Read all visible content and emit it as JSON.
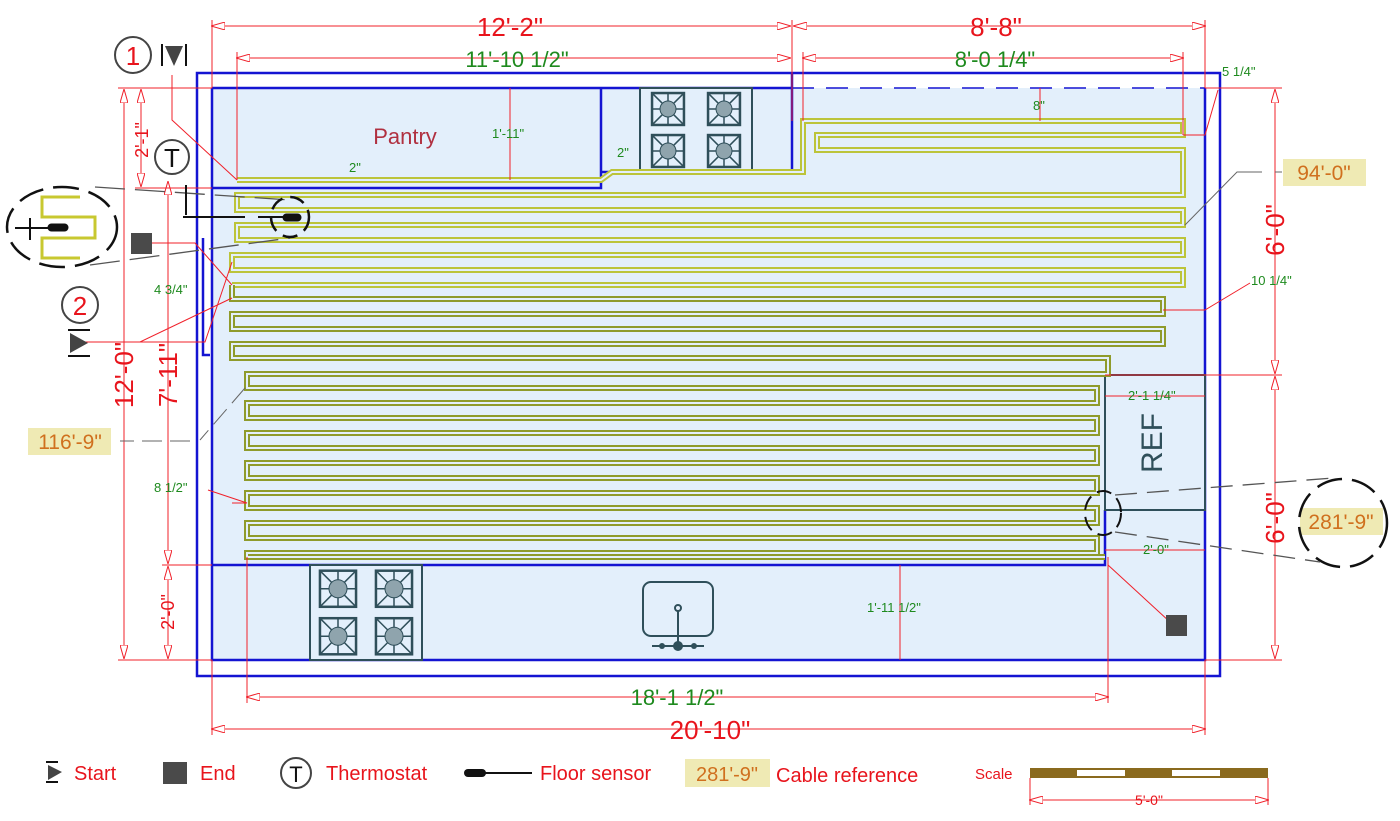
{
  "dimensions": {
    "top_left_overall": "12'-2\"",
    "top_right_overall": "8'-8\"",
    "top_left_cable": "11'-10 1/2\"",
    "top_right_cable": "8'-0 1/4\"",
    "pantry_depth": "1'-11\"",
    "pantry_gap": "2\"",
    "stove_gap": "2\"",
    "top_gap": "8\"",
    "right_gap_top": "5 1/4\"",
    "right_height_top": "6'-0\"",
    "right_gap_mid": "10 1/4\"",
    "ref_width": "2'-1 1/4\"",
    "right_height_bottom": "6'-0\"",
    "ref_gap": "2'-0\"",
    "counter_depth": "1'-11 1/2\"",
    "bottom_cable": "18'-1 1/2\"",
    "bottom_overall": "20'-10\"",
    "left_top": "2'-1\"",
    "left_gap": "4 3/4\"",
    "left_overall": "12'-0\"",
    "left_cable": "7'-11\"",
    "left_gap_low": "8 1/2\"",
    "left_bottom": "2'-0\""
  },
  "rooms": {
    "pantry": "Pantry",
    "ref": "REF"
  },
  "markers": {
    "start1": "1",
    "start2": "2",
    "thermostat": "T"
  },
  "cable_refs": {
    "ref1": "94'-0\"",
    "ref2": "116'-9\"",
    "ref3": "281'-9\""
  },
  "legend": {
    "start": "Start",
    "end": "End",
    "thermostat_symbol": "T",
    "thermostat": "Thermostat",
    "floor_sensor": "Floor sensor",
    "cable_ref_value": "281'-9\"",
    "cable_reference": "Cable reference",
    "scale": "Scale",
    "scale_length": "5'-0\""
  },
  "colors": {
    "dimension": "#e8141c",
    "cable_dimension": "#1e8a1e",
    "wall": "#1414d2",
    "cable_light": "#bcc43a",
    "cable_dark": "#8f9b2b",
    "room_fill": "#e3effb"
  }
}
